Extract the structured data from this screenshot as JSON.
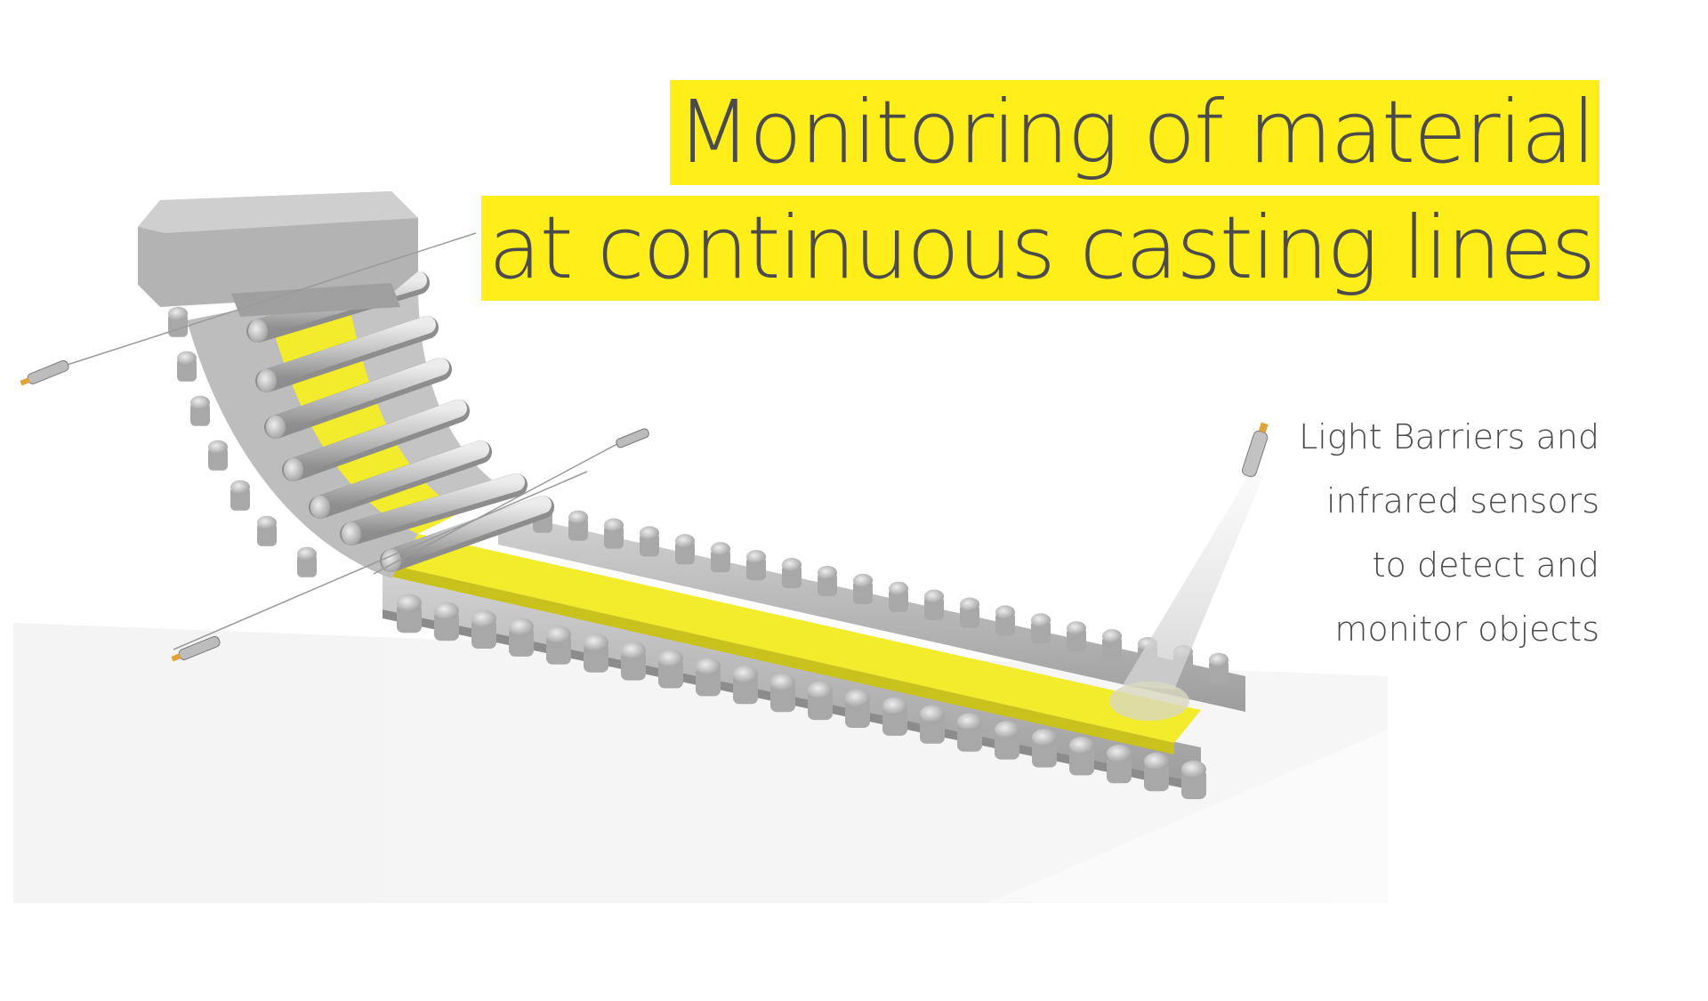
{
  "title": {
    "line1": "Monitoring of material",
    "line2": "at continuous casting lines"
  },
  "caption": {
    "line1": "Light Barriers and",
    "line2": "infrared sensors",
    "line3": "to detect and",
    "line4": "monitor objects"
  },
  "colors": {
    "highlight": "#ffee1a",
    "text": "#4b4b4b",
    "steel": "#b9b9b9",
    "strand": "#f2ec2c"
  },
  "icons": [
    "light-barrier-sensor-icon",
    "infrared-sensor-icon"
  ]
}
